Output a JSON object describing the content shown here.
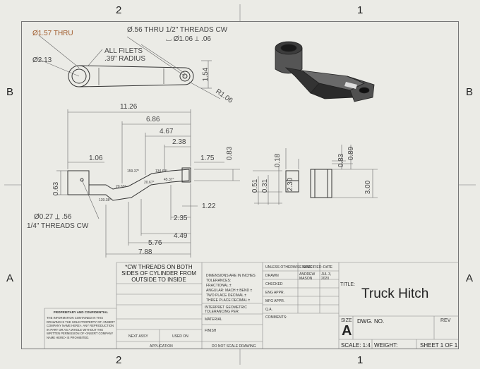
{
  "zones": {
    "top": [
      "2",
      "1"
    ],
    "bottom": [
      "2",
      "1"
    ],
    "left": [
      "B",
      "A"
    ],
    "right": [
      "B",
      "A"
    ]
  },
  "top_view": {
    "hole_label": "Ø1.57 THRU",
    "threads_label": "Ø.56 THRU 1/2\" THREADS CW",
    "counterbore_label": "⌴ Ø1.06 ⟂ .06",
    "outer_dia_label": "Ø2.13",
    "fillets_label": "ALL FILETS",
    "radius_label": ".39\" RADIUS",
    "height_label": "1.54",
    "radius_end_label": "R1.06"
  },
  "front_view": {
    "overall_length": "11.26",
    "d_686": "6.86",
    "d_467": "4.67",
    "d_238": "2.38",
    "d_175": "1.75",
    "d_083": "0.83",
    "d_106": "1.06",
    "d_063": "0.63",
    "d_122": "1.22",
    "d_235": "2.35",
    "d_449": "4.49",
    "d_576": "5.76",
    "d_788": "7.88",
    "hole_label": "Ø0.27 ⟂ .56",
    "thread_label": "1/4\" THREADS CW",
    "ang_1": "139.38°",
    "ang_2": "20.63°",
    "ang_3": "159.37°",
    "ang_4": "134.63°",
    "ang_5": "45.37°",
    "ang_6": "20.67°"
  },
  "side_view": {
    "d_018": "0.18",
    "d_051": "0.51",
    "d_031": "0.31",
    "d_230": "2.30"
  },
  "right_view": {
    "d_083": "0.83",
    "d_089": "0.89",
    "d_300": "3.00"
  },
  "note": "*CW THREADS ON BOTH SIDES OF CYLINDER FROM OUTSIDE TO INSIDE",
  "title_block": {
    "unless": "UNLESS OTHERWISE SPECIFIED:",
    "dims": "DIMENSIONS ARE IN INCHES",
    "tol": "TOLERANCES:",
    "frac": "FRACTIONAL ±",
    "angular": "ANGULAR: MACH ±   BEND ±",
    "two_place": "TWO PLACE DECIMAL   ±",
    "three_place": "THREE PLACE DECIMAL  ±",
    "interpret": "INTERPRET GEOMETRIC TOLERANCING PER:",
    "material": "MATERIAL",
    "finish": "FINISH",
    "next_assy": "NEXT ASSY",
    "used_on": "USED ON",
    "application": "APPLICATION",
    "do_not_scale": "DO NOT SCALE DRAWING",
    "name_hdr": "NAME",
    "date_hdr": "DATE",
    "drawn": "DRAWN",
    "drawn_name": "ANDREW MASON",
    "drawn_date": "JUL 3, 2020",
    "checked": "CHECKED",
    "eng_appr": "ENG APPR.",
    "mfg_appr": "MFG APPR.",
    "qa": "Q.A.",
    "comments": "COMMENTS:",
    "title_label": "TITLE:",
    "title": "Truck Hitch",
    "size_label": "SIZE",
    "size": "A",
    "dwg_no": "DWG.  NO.",
    "rev": "REV",
    "scale": "SCALE: 1:4",
    "weight": "WEIGHT:",
    "sheet": "SHEET 1 OF 1",
    "prop_title": "PROPRIETARY AND CONFIDENTIAL",
    "prop_text": "THE INFORMATION CONTAINED IN THIS DRAWING IS THE SOLE PROPERTY OF <INSERT COMPANY NAME HERE>. ANY REPRODUCTION IN PART OR AS A WHOLE WITHOUT THE WRITTEN PERMISSION OF <INSERT COMPANY NAME HERE> IS PROHIBITED."
  }
}
